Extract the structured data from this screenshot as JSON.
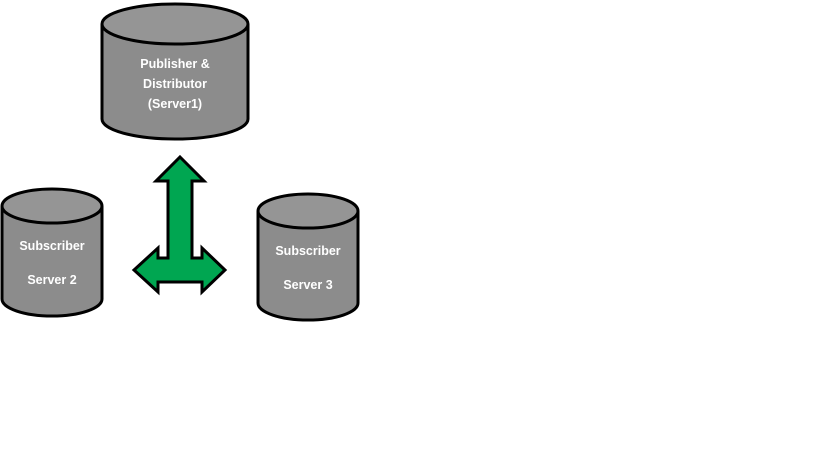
{
  "colors": {
    "cylinder_fill": "#8c8c8c",
    "cylinder_top": "#959595",
    "cylinder_stroke": "#000000",
    "arrow_fill": "#00a651",
    "label_color": "#ffffff",
    "background": "#ffffff"
  },
  "publisher": {
    "line1": "Publisher &",
    "line2": "Distributor",
    "line3": "(Server1)"
  },
  "subscriber_left": {
    "line1": "Subscriber",
    "line2": "Server 2"
  },
  "subscriber_right": {
    "line1": "Subscriber",
    "line2": "Server 3"
  }
}
